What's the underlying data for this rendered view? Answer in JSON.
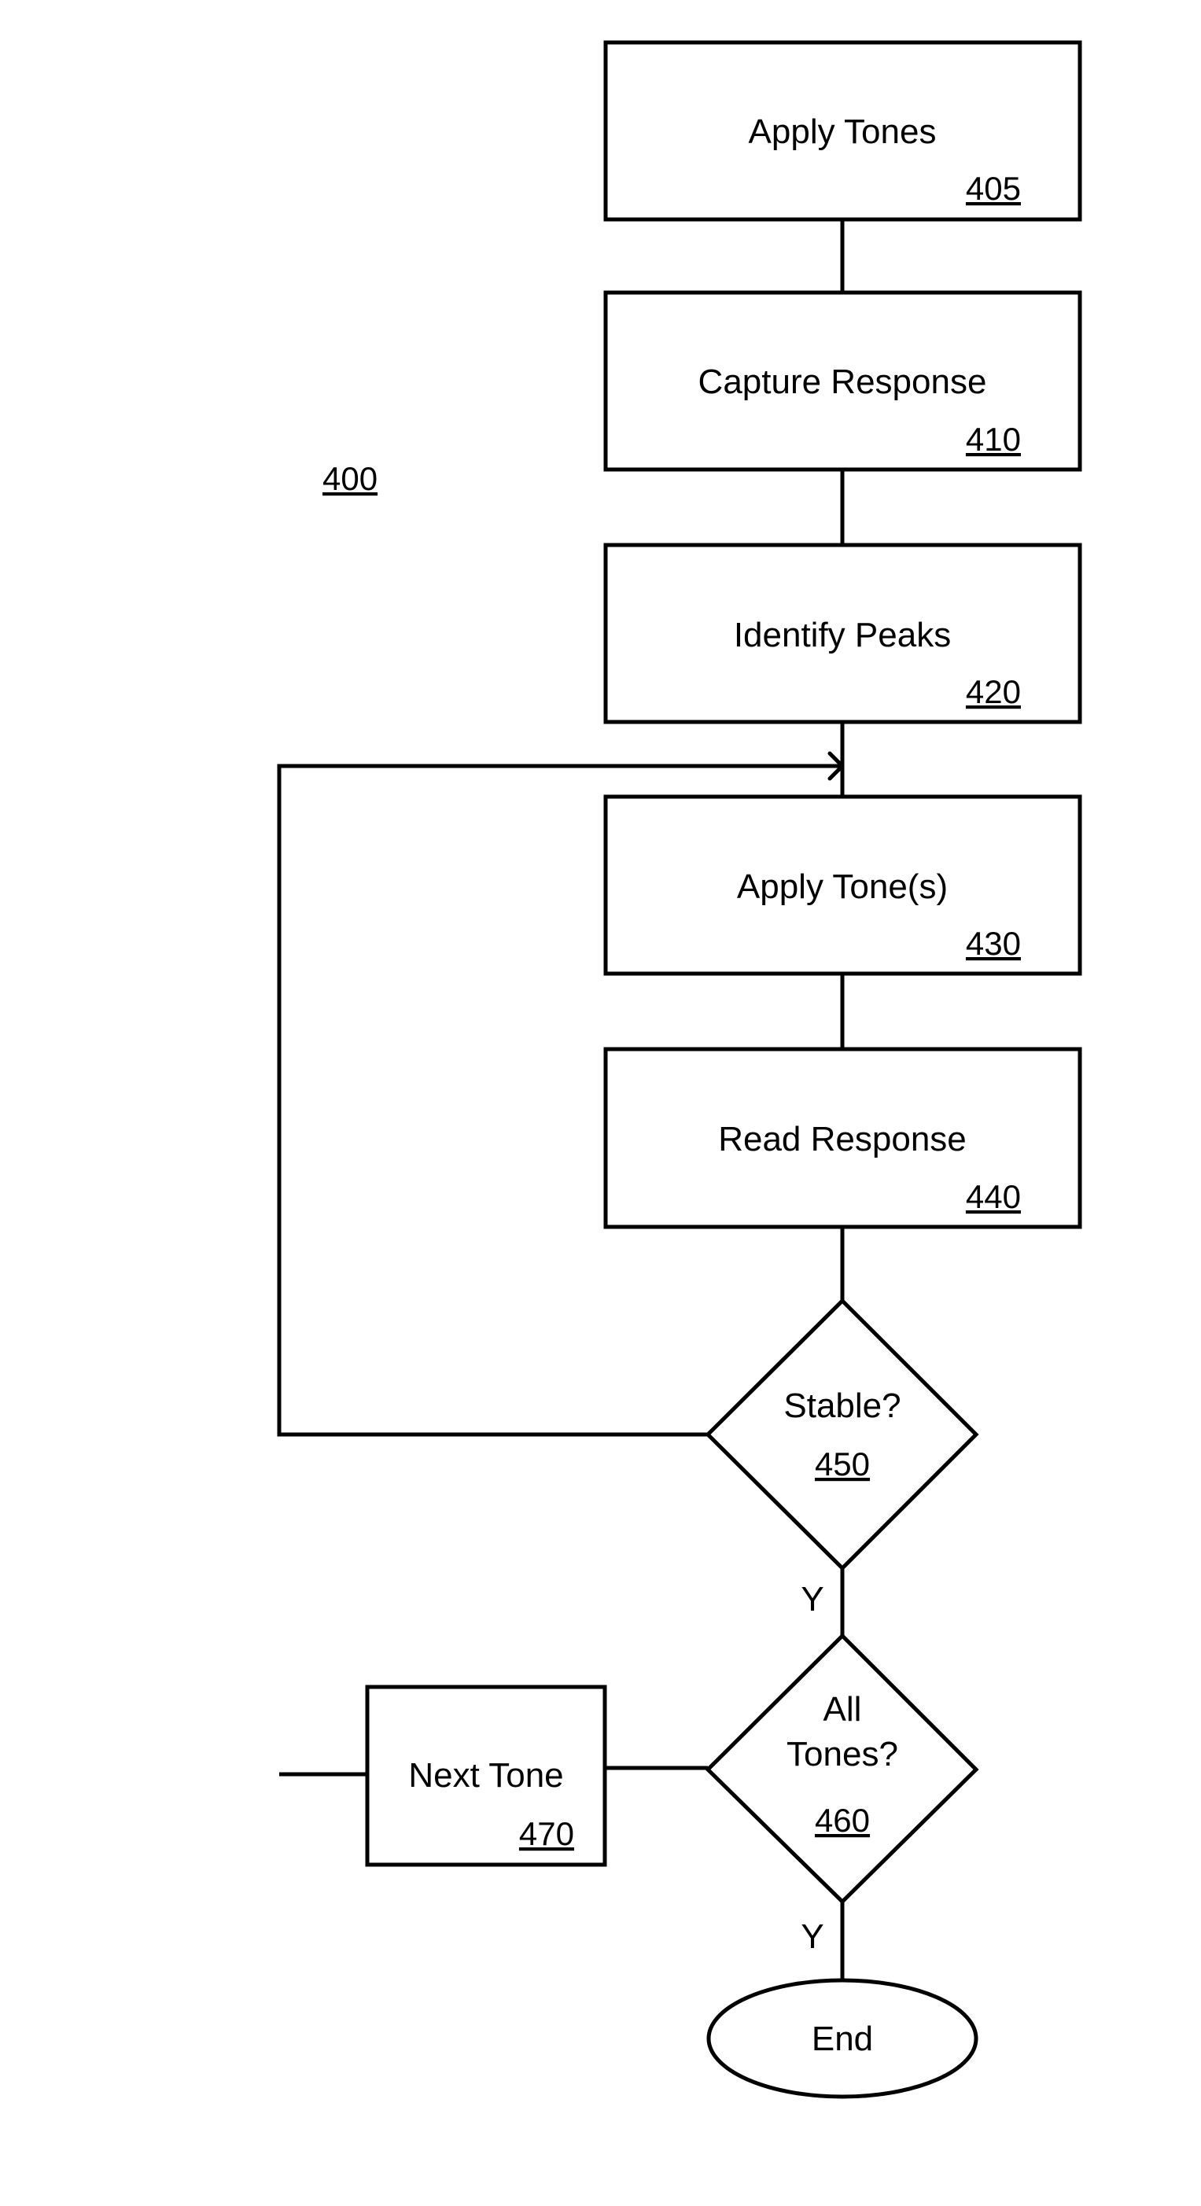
{
  "figure": {
    "ref": "400"
  },
  "steps": {
    "apply_tones": {
      "label": "Apply Tones",
      "ref": "405"
    },
    "capture_response": {
      "label": "Capture Response",
      "ref": "410"
    },
    "identify_peaks": {
      "label": "Identify Peaks",
      "ref": "420"
    },
    "apply_tone_s": {
      "label": "Apply Tone(s)",
      "ref": "430"
    },
    "read_response": {
      "label": "Read Response",
      "ref": "440"
    },
    "next_tone": {
      "label": "Next Tone",
      "ref": "470"
    }
  },
  "decisions": {
    "stable": {
      "label": "Stable?",
      "ref": "450",
      "yes_label": "Y"
    },
    "all_tones": {
      "label_line1": "All",
      "label_line2": "Tones?",
      "ref": "460",
      "yes_label": "Y"
    }
  },
  "terminal": {
    "end": {
      "label": "End"
    }
  },
  "colors": {
    "stroke": "#000000",
    "background": "#ffffff"
  }
}
